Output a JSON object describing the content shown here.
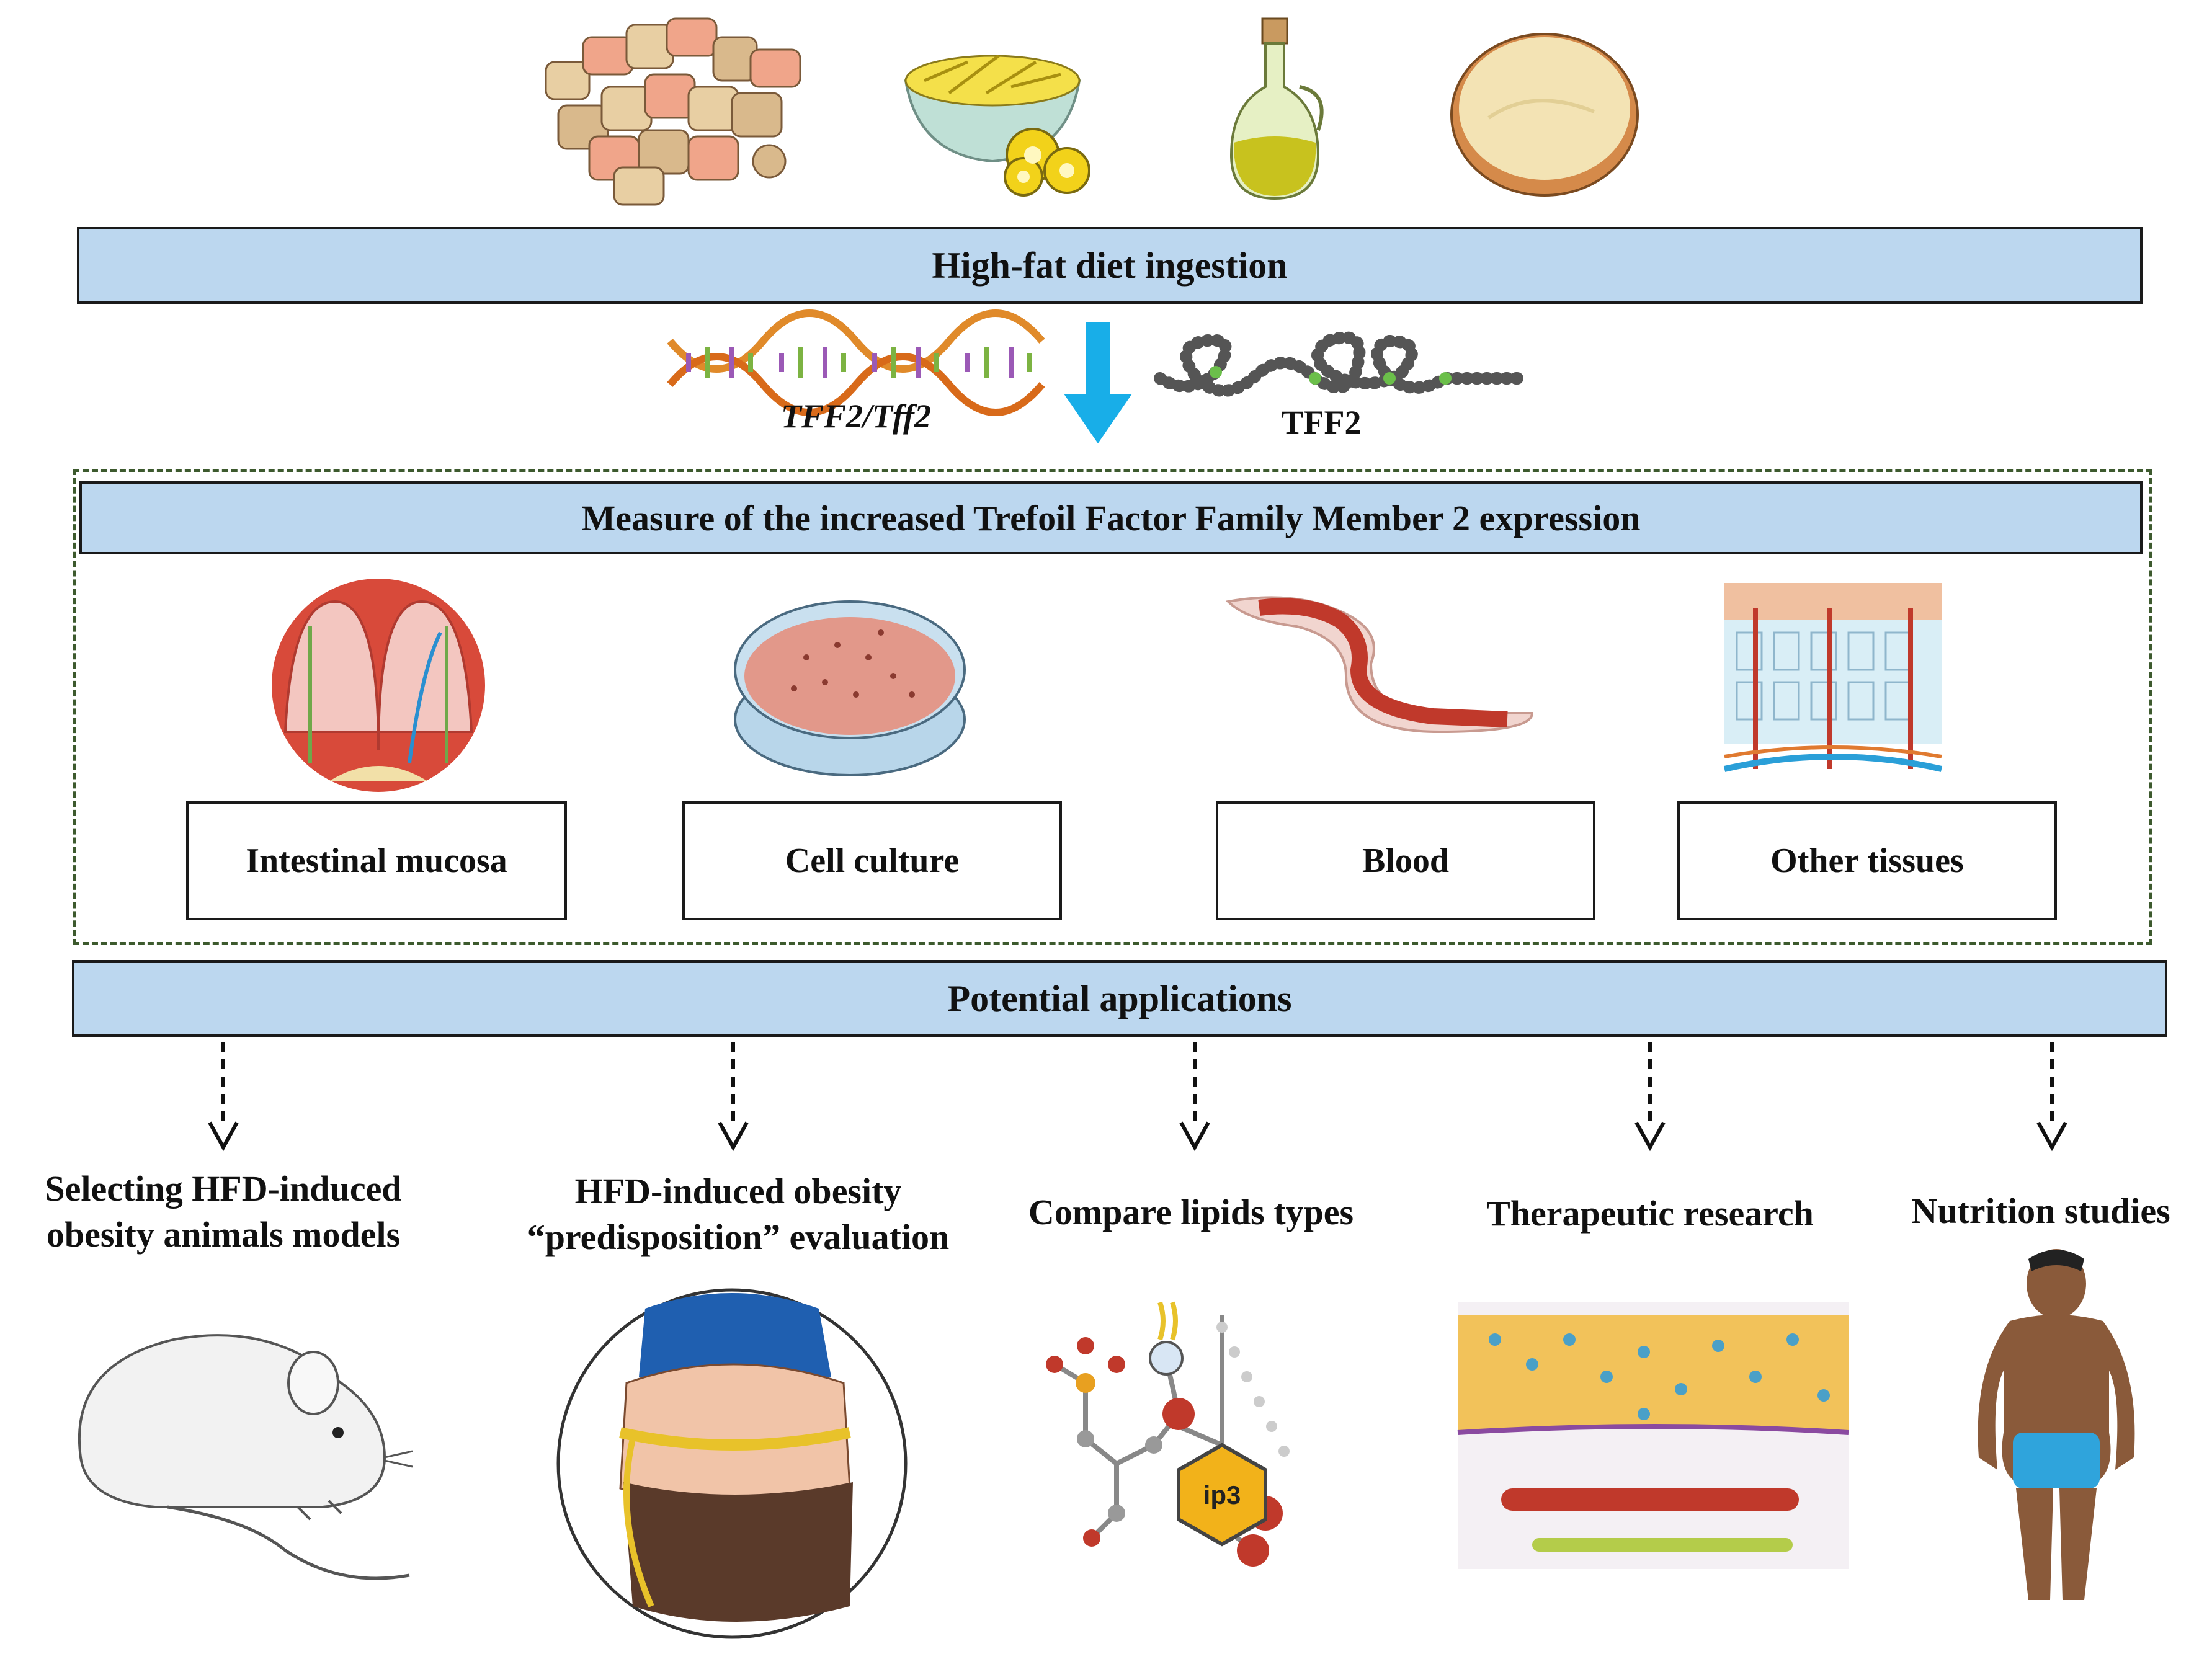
{
  "banners": {
    "diet": "High-fat diet ingestion",
    "measure": "Measure of the increased Trefoil Factor Family Member 2 expression",
    "applications": "Potential applications"
  },
  "molecules": {
    "gene_label_italic": "TFF2/Tff2",
    "protein_label": "TFF2"
  },
  "diet_items": [
    {
      "icon": "food-pellets-icon"
    },
    {
      "icon": "fries-bowl-icon"
    },
    {
      "icon": "oil-bottle-icon"
    },
    {
      "icon": "butter-dish-icon"
    }
  ],
  "samples": [
    {
      "label": "Intestinal  mucosa",
      "icon": "intestinal-villi-icon"
    },
    {
      "label": "Cell culture",
      "icon": "petri-dish-icon"
    },
    {
      "label": "Blood",
      "icon": "blood-vessel-icon"
    },
    {
      "label": "Other tissues",
      "icon": "tissue-section-icon"
    }
  ],
  "applications": [
    {
      "line1": "Selecting  HFD-induced",
      "line2": "obesity  animals models",
      "icon": "mouse-icon"
    },
    {
      "line1": "HFD-induced  obesity",
      "line2": "“predisposition”  evaluation",
      "icon": "waist-measure-icon"
    },
    {
      "line1": "Compare lipids  types",
      "line2": "",
      "icon": "lipid-molecule-icon"
    },
    {
      "line1": "Therapeutic research",
      "line2": "",
      "icon": "tissue-repair-icon"
    },
    {
      "line1": "Nutrition  studies",
      "line2": "",
      "icon": "obese-person-icon"
    }
  ],
  "lipid_label": "ip3",
  "colors": {
    "banner_fill": "#bcd7ef",
    "arrow_blue": "#18aee8",
    "dashed_border": "#3d5a2e"
  }
}
